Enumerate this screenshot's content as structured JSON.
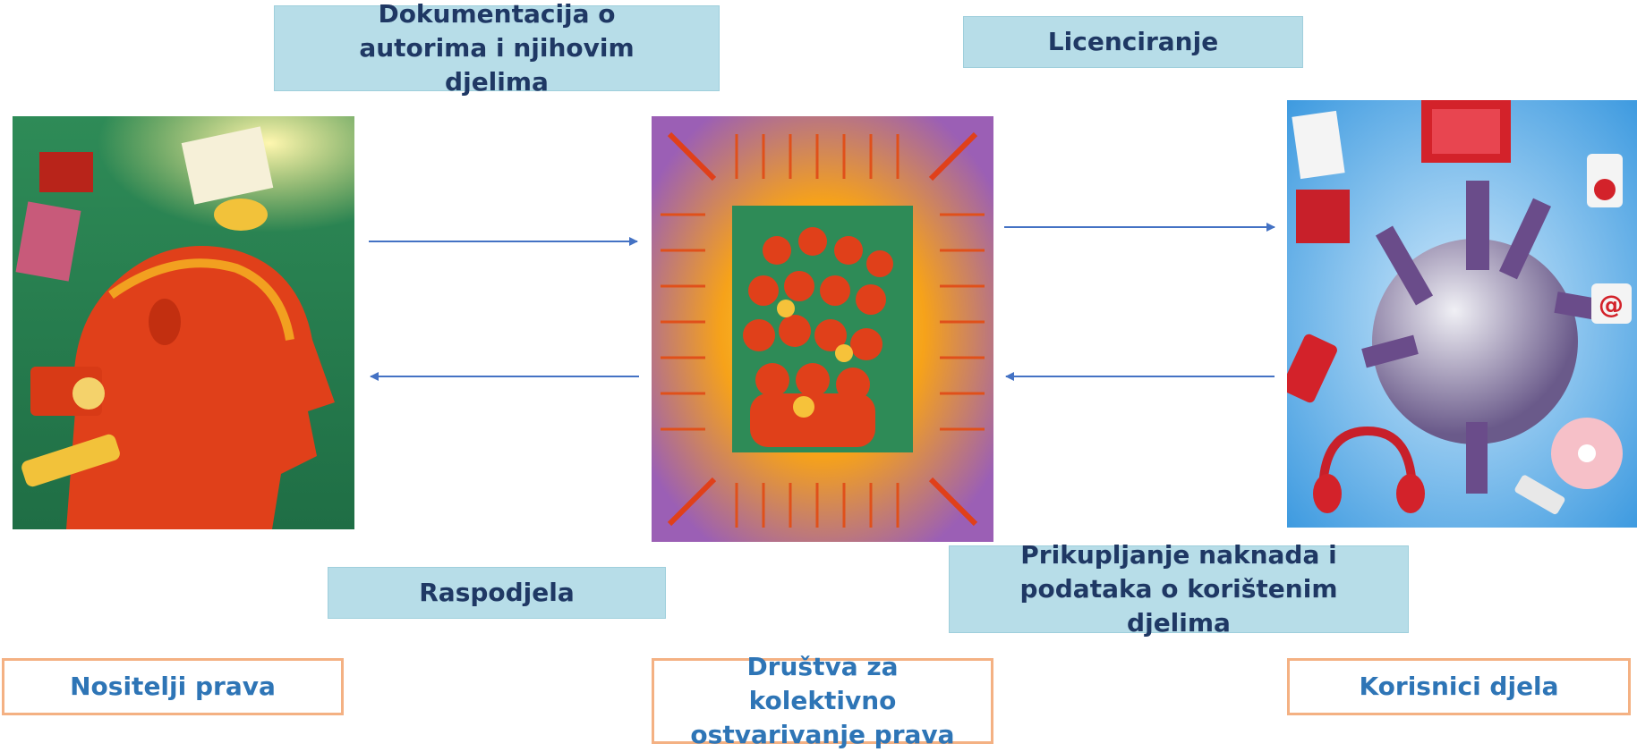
{
  "labels": {
    "documentation": "Dokumentacija o autorima i njihovim djelima",
    "licensing": "Licenciranje",
    "distribution": "Raspodjela",
    "collection": "Prikupljanje naknada i podataka o korištenim djelima"
  },
  "roles": {
    "rights_holders": "Nositelji prava",
    "societies": "Društva za kolektivno ostvarivanje prava",
    "users": "Korisnici djela"
  },
  "icons": {
    "left": "rights-holder-collage-icon",
    "center": "society-chip-crowd-icon",
    "right": "users-media-globe-icon"
  },
  "colors": {
    "label_bg": "#b7dde8",
    "label_text": "#1f3864",
    "role_border": "#f4b183",
    "role_text": "#2e75b6",
    "arrow": "#4472c4"
  }
}
